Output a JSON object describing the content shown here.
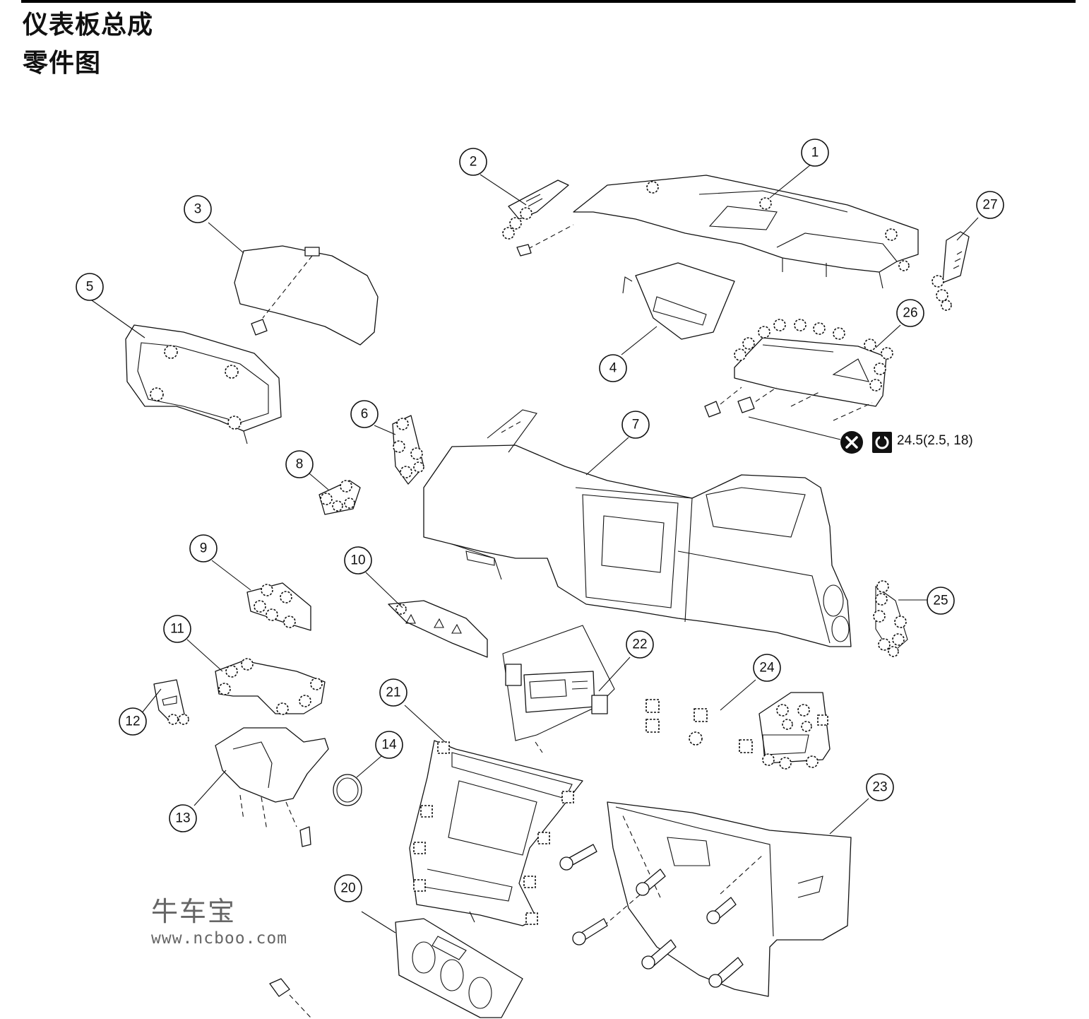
{
  "header": {
    "title": "仪表板总成",
    "subtitle": "零件图"
  },
  "callouts": [
    "1",
    "2",
    "3",
    "4",
    "5",
    "6",
    "7",
    "8",
    "9",
    "10",
    "11",
    "12",
    "13",
    "14",
    "20",
    "21",
    "22",
    "23",
    "24",
    "25",
    "26",
    "27"
  ],
  "torque_spec": "24.5(2.5, 18)",
  "icons": {
    "no_reuse": "circle-x-icon",
    "tighten": "wrench-icon"
  },
  "watermark": {
    "brand": "牛车宝",
    "url": "www.ncboo.com"
  }
}
